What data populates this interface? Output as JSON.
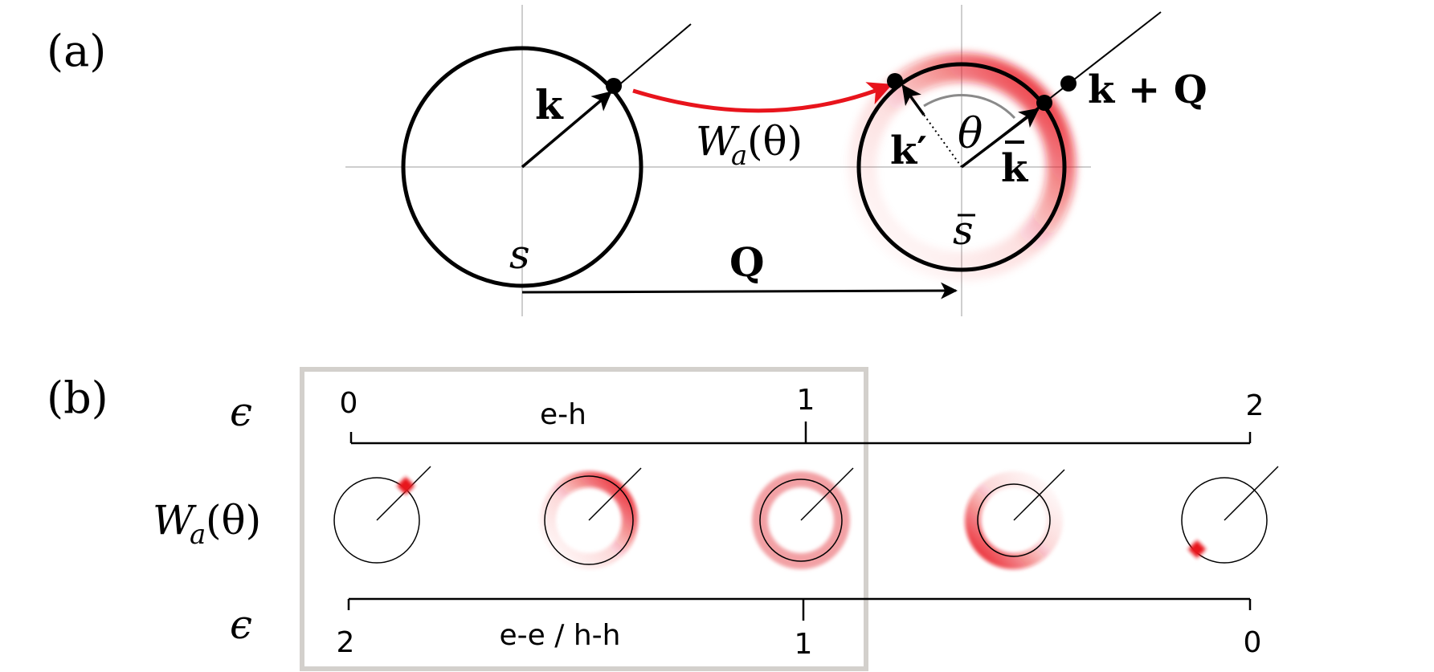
{
  "panel_a": {
    "label": "(a)",
    "k": "k",
    "k_prime": "k′",
    "k_bar": "k",
    "k_plus_q": "k + Q",
    "theta": "θ",
    "w_func": "W",
    "w_sub": "a",
    "w_arg": "(θ)",
    "s": "s",
    "s_bar": "s",
    "Q": "Q"
  },
  "panel_b": {
    "label": "(b)",
    "epsilon": "ϵ",
    "w_func": "W",
    "w_sub": "a",
    "w_arg": "(θ)",
    "top_axis": {
      "ticks": [
        "0",
        "1",
        "2"
      ],
      "region": "e-h"
    },
    "bottom_axis": {
      "ticks": [
        "2",
        "1",
        "0"
      ],
      "region": "e-e / h-h"
    }
  },
  "colors": {
    "accent": "#e8141c",
    "line": "#000000",
    "guide": "#bdbdbd",
    "frame": "#d3d0cc"
  }
}
